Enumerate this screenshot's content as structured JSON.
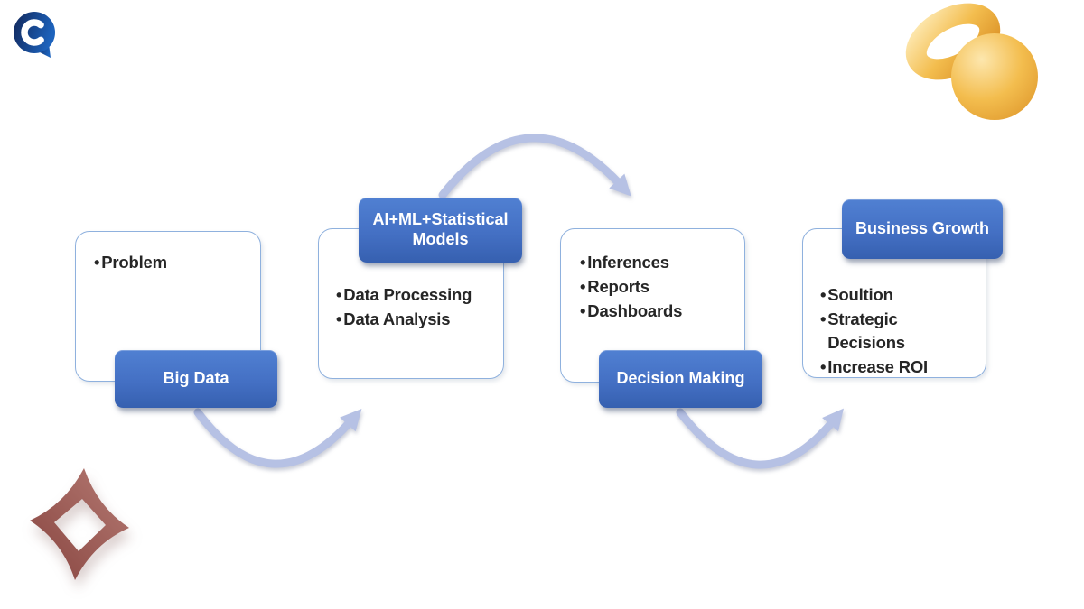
{
  "colors": {
    "bg": "#ffffff",
    "accent-blue-light": "#5080d2",
    "accent-blue": "#4470c4",
    "accent-blue-dark": "#3660b0",
    "box-border": "#8fb1de",
    "arrow": "#b6c1e4",
    "bullet-text": "#262626",
    "label-text": "#ffffff",
    "logo-dark": "#12275a",
    "logo-blue": "#1d63bd",
    "torus-light": "#fde7ae",
    "torus-gold": "#f3bd4e",
    "torus-deep": "#e09a2e",
    "diamond-light": "#b57a73",
    "diamond-dark": "#87443f"
  },
  "bullet_char": "•",
  "flow": {
    "groups": [
      {
        "label": "Big Data",
        "bullets": [
          "Problem"
        ]
      },
      {
        "label": "AI+ML+Statistical Models",
        "bullets": [
          "Data Processing",
          "Data Analysis"
        ]
      },
      {
        "label": "Decision Making",
        "bullets": [
          "Inferences",
          "Reports",
          "Dashboards"
        ]
      },
      {
        "label": "Business Growth",
        "bullets": [
          "Soultion",
          "Strategic\nDecisions",
          "Increase ROI"
        ]
      }
    ]
  },
  "decor": {
    "top_left": "brand-speech-bubble-logo",
    "top_right": "3d-gold-torus-and-sphere",
    "bottom_left": "3d-red-diamond-ring"
  }
}
